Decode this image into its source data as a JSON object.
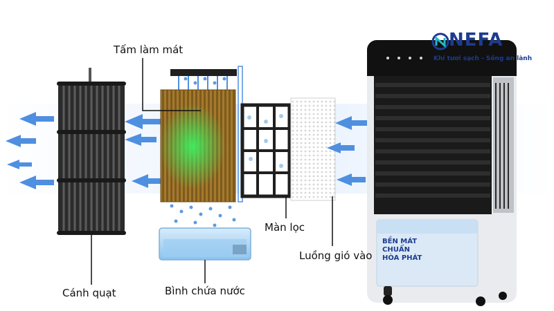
{
  "brand": {
    "name": "NEFA",
    "slogan": "Khí tươi sạch - Sống an lành"
  },
  "labels": {
    "cooling_pad": "Tấm làm mát",
    "filter": "Màn lọc",
    "airflow_in": "Luồng gió vào",
    "fan": "Cánh quạt",
    "water_tank": "Bình chứa nước"
  },
  "product": {
    "panel_text_1": "BỀN MÁT",
    "panel_text_2": "CHUẨN",
    "panel_text_3": "HÒA PHÁT"
  },
  "icons": [
    "airflow-arrow-icon",
    "brand-logo-icon"
  ],
  "colors": {
    "arrow_blue": "#4f8fe0",
    "brand_blue": "#1d3c8f",
    "pad_brown": "#a57a2c",
    "pad_green": "#39d85a"
  }
}
